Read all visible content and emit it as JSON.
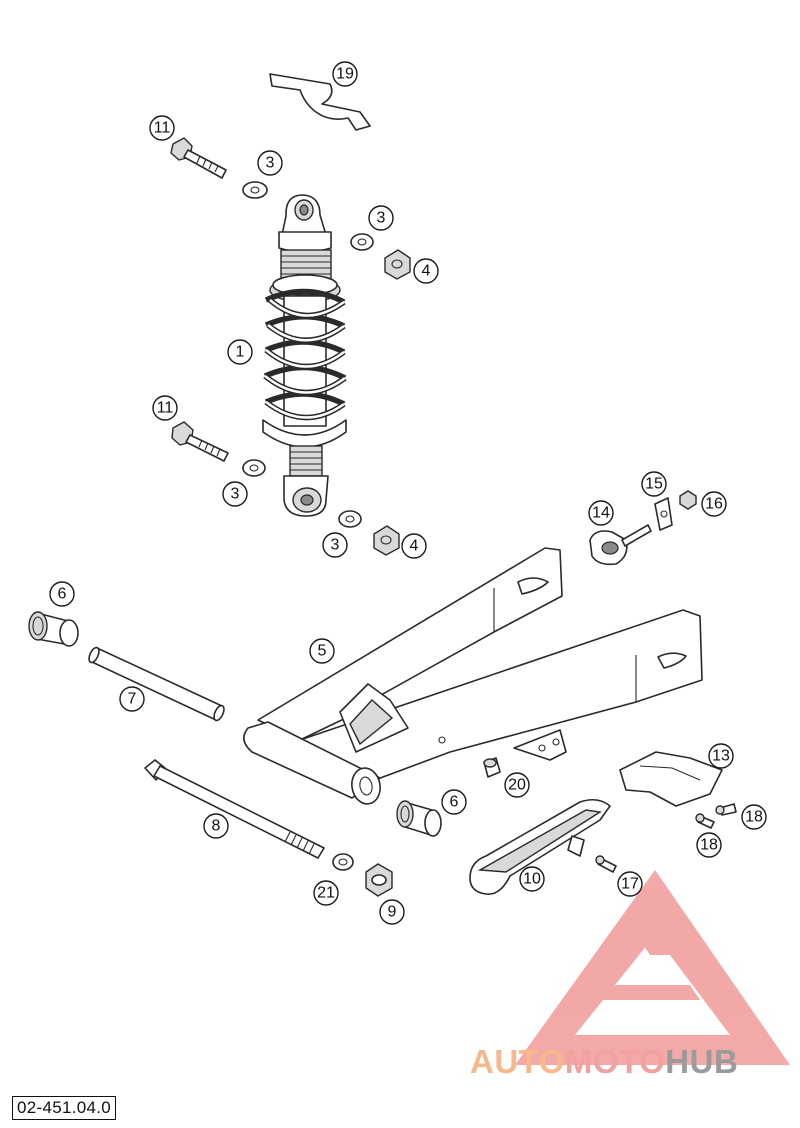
{
  "document_code": "02-451.04.0",
  "watermark": {
    "part1": "AUTO",
    "part2": "MOTO",
    "part3": "HUB",
    "colors": {
      "part1": "#f7b98c",
      "part2": "#f2a0a0",
      "part3": "#9b9b9b",
      "logo": "#f08e8e"
    }
  },
  "callouts": {
    "c1": "1",
    "c3a": "3",
    "c3b": "3",
    "c3c": "3",
    "c3d": "3",
    "c4a": "4",
    "c4b": "4",
    "c5": "5",
    "c6a": "6",
    "c6b": "6",
    "c7": "7",
    "c8": "8",
    "c9": "9",
    "c10": "10",
    "c11a": "11",
    "c11b": "11",
    "c13": "13",
    "c14": "14",
    "c15": "15",
    "c16": "16",
    "c17": "17",
    "c18a": "18",
    "c18b": "18",
    "c19": "19",
    "c20": "20",
    "c21": "21"
  }
}
